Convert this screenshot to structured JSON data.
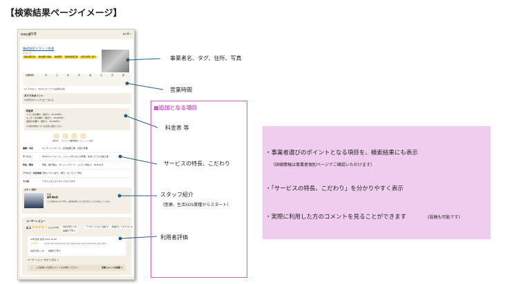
{
  "title": "【検索結果ページイメージ】",
  "mockup": {
    "result_count_label": "検索結果",
    "result_count": "25件",
    "sort": "並び順 ∨",
    "company_name": "株式会社ドクシン水道",
    "tags": [
      "給水設備工事",
      "排水設備一般編",
      "漏水修理",
      "給排水設備工事",
      "水回り修理・保守"
    ],
    "hours_label": "営業時間",
    "days": [
      "月",
      "火",
      "水",
      "木",
      "金",
      "土",
      "日",
      "祝"
    ],
    "hours_note": "※ドアの出入り・水まわりのトラブルは夜間も対応",
    "point_title": "おすすめポイント",
    "point_text": "30文字のキャッチコピーが入る",
    "price_title": "料金表",
    "price_lines": [
      "トイレの水漏れ・詰まり：30,000円〜",
      "キッチンの水漏れ・詰まり：30,000円〜",
      "浴室の水漏れ・詰まり：30,000円〜"
    ],
    "price_note": "その他の料金については直接ご確認ください",
    "features": [
      "夜間対応",
      "オンライン予約",
      "出張費無料",
      "キャッシュレス対応"
    ],
    "info_rows": [
      {
        "k": "種類・対応",
        "v": "キッチンリフォーム、住宅設備工事、水回り修理"
      },
      {
        "k": "サービス",
        "v": "水まわりリフォーム、トイレつまりなどの修理、水道トラブル全般工事"
      },
      {
        "k": "料金・費用",
        "v": "現金、銀行振込、クレジットカード、コンビニ後払い、PayPay可"
      },
      {
        "k": "アクセス・対応地域",
        "v": "予約システムあり、即日、オンライン予約"
      },
      {
        "k": "その他",
        "v": "テキストが入るテキストが入ります"
      }
    ],
    "staff_title": "スタッフ紹介",
    "staff_role": "代表",
    "staff_name": "冨岡 隆志郎",
    "staff_text": "この仕事をはじめて30年、お客様の困りごとに寄り添うことを大切にしています。",
    "review_title": "ユーザーレビュー",
    "rating": "4.1",
    "rating_stars": 4.1,
    "review_count": "(口コミ25件)",
    "review_chips": [
      "対応が早い 18",
      "アフターフォロー良好 8",
      "料金がリーズナブル 6",
      "説明が丁寧 5"
    ],
    "review_meta": "40代女性 住宅 2023.10.28",
    "review_text": "テキストが入りますテキストが入りますテキストが入りますテキストが入ります",
    "review_tags": [
      "対応が早い 18",
      "説明が丁寧 5"
    ],
    "review_more": "ユーザーレビューをすべて見る ＞",
    "cta_text": "この投稿への応援コメントをお寄せください!",
    "cta_button": "応援コメントを投稿 ＞"
  },
  "annotations": {
    "company": "事業者名、タグ、住所、写真",
    "hours": "営業時間",
    "added_header": "■追加となる項目",
    "price": "料金表 等",
    "service": "サービスの特長、こだわり",
    "staff": "スタッフ紹介",
    "staff_sub": "（医療、生活SOS業種からスタート）",
    "review": "利用者評価"
  },
  "panel": {
    "point1": "・事業者選びのポイントとなる項目を、検索結果にも表示",
    "point1_sub": "（詳細情報は事業者個別ページでご確認いただけます）",
    "point2": "・「サービスの特長、こだわり」を分かりやすく表示",
    "point3": "・実際に利用した方のコメントを見ることができます",
    "point3_sub": "(投稿も可能です)"
  },
  "colors": {
    "accent": "#c860c8",
    "panel": "#f0cdef",
    "tag": "#f5d10a",
    "connector": "#1e5f86"
  }
}
